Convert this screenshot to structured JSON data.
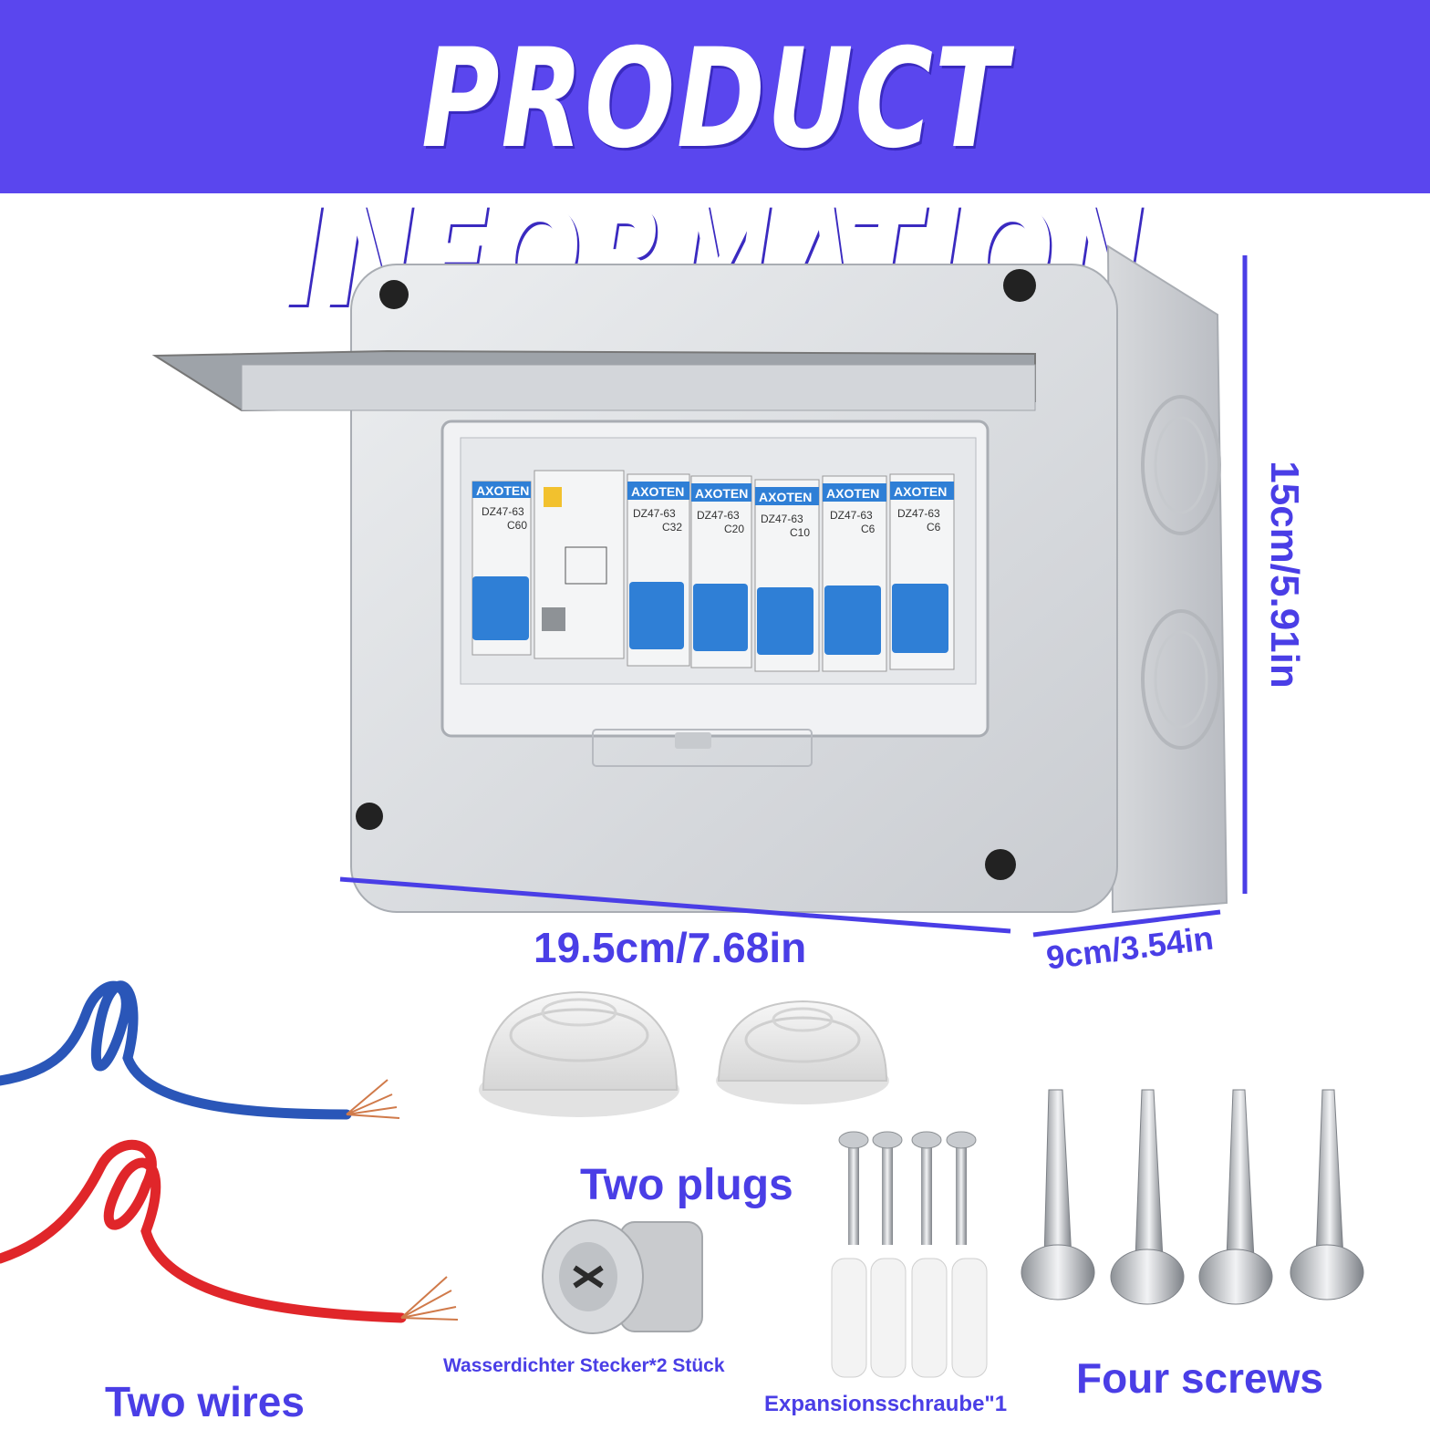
{
  "banner": {
    "title": "PRODUCT INFORMATION",
    "color": "#5a46ee"
  },
  "dimensions": {
    "width": "19.5cm/7.68in",
    "height": "15cm/5.91in",
    "depth": "9cm/3.54in",
    "line_color": "#4a3ee6"
  },
  "breakers": [
    {
      "brand": "AXOTEN",
      "model": "DZ47-63",
      "rating": "C60"
    },
    {
      "brand": "",
      "model": "",
      "rating": ""
    },
    {
      "brand": "AXOTEN",
      "model": "DZ47-63",
      "rating": "C32"
    },
    {
      "brand": "AXOTEN",
      "model": "DZ47-63",
      "rating": "C20"
    },
    {
      "brand": "AXOTEN",
      "model": "DZ47-63",
      "rating": "C10"
    },
    {
      "brand": "AXOTEN",
      "model": "DZ47-63",
      "rating": "C6"
    },
    {
      "brand": "AXOTEN",
      "model": "DZ47-63",
      "rating": "C6"
    }
  ],
  "accessories": {
    "plugs_label": "Two plugs",
    "wires_label": "Two wires",
    "gland_label": "Wasserdichter Stecker*2 Stück",
    "expansion_label": "Expansionsschraube\"1",
    "screws_label": "Four screws"
  },
  "colors": {
    "breaker_blue": "#2f7fd6",
    "enclosure_grey": "#dcdee2",
    "wire_blue": "#2a56b8",
    "wire_red": "#e0262a"
  }
}
